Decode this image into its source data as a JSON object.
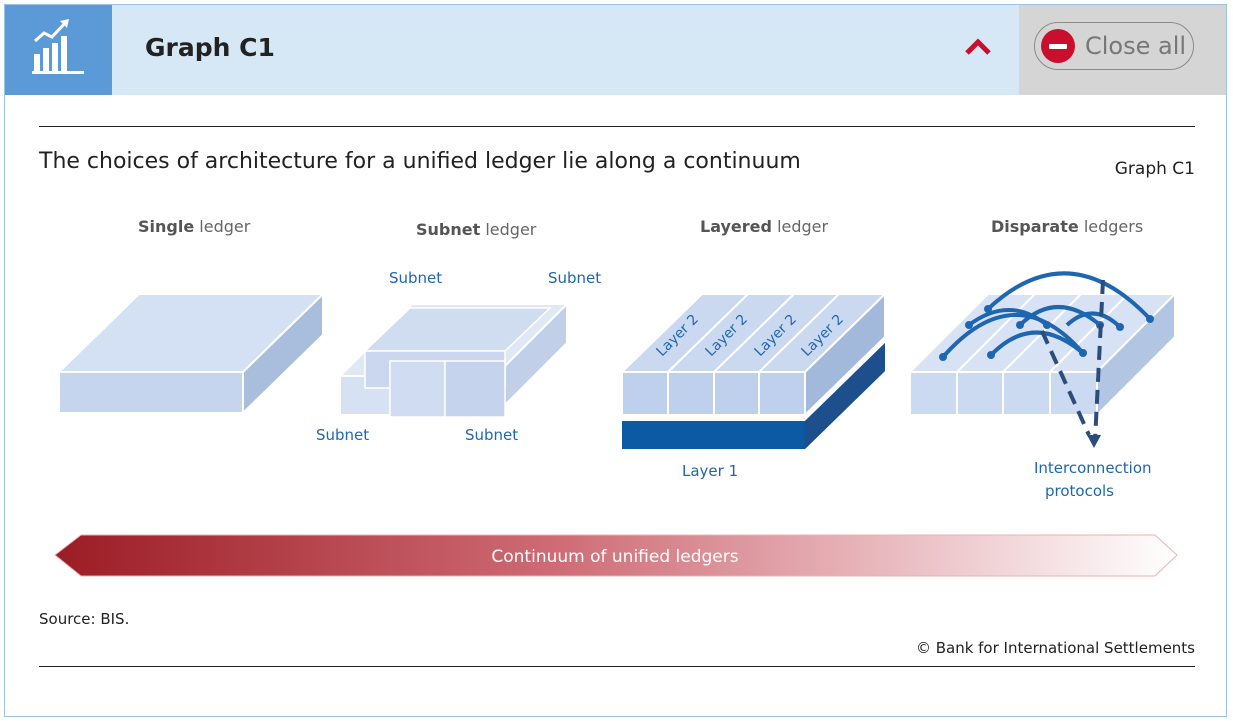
{
  "header": {
    "title": "Graph C1",
    "close_all_label": "Close all",
    "icons": {
      "chart": "chart-trend-icon",
      "collapse": "chevron-up-icon",
      "close": "minus-circle-icon"
    }
  },
  "graph": {
    "title": "The choices of architecture for a unified ledger lie along a continuum",
    "id": "Graph C1"
  },
  "panels": [
    {
      "bold": "Single",
      "rest": " ledger"
    },
    {
      "bold": "Subnet",
      "rest": " ledger"
    },
    {
      "bold": "Layered",
      "rest": " ledger"
    },
    {
      "bold": "Disparate",
      "rest": " ledgers"
    }
  ],
  "subnet_labels": [
    "Subnet",
    "Subnet",
    "Subnet",
    "Subnet"
  ],
  "layer2_labels": [
    "Layer 2",
    "Layer 2",
    "Layer 2",
    "Layer 2"
  ],
  "layer1_label": "Layer 1",
  "interconnection": {
    "line1": "Interconnection",
    "line2": "protocols"
  },
  "continuum_label": "Continuum of unified ledgers",
  "source": "Source: BIS.",
  "copyright": "© Bank for International Settlements",
  "colors": {
    "header_bg": "#d6e8f6",
    "icon_bg": "#5b9ad6",
    "accent_red": "#c8102e",
    "block_face": "#c7d6ef",
    "layer1": "#0b5aa3",
    "arc": "#1f66b0",
    "arrow_dark": "#9b1c24"
  }
}
